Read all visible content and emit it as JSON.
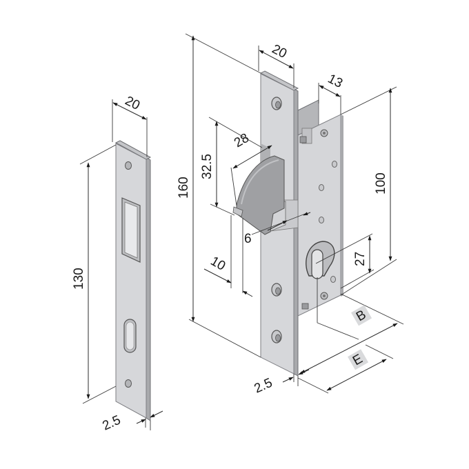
{
  "figure": {
    "subject": "mortise hook lock with strike plate",
    "colors": {
      "background": "#ffffff",
      "metal_face": "#d7d8db",
      "metal_edge": "#b9babd",
      "metal_dark": "#a6a7aa",
      "hook": "#9d9ea1",
      "dimension_line": "#2b2b2b",
      "label_tag_bg": "#d9dadc"
    }
  },
  "strike_plate": {
    "dimensions": {
      "width": "20",
      "height": "130",
      "thickness": "2.5"
    }
  },
  "lock": {
    "dimensions": {
      "faceplate_width": "20",
      "faceplate_height": "160",
      "case_depth": "13",
      "case_height": "100",
      "hook_projection": "28",
      "hook_height": "32.5",
      "hook_offset": "6",
      "hook_width": "10",
      "cylinder_center": "27",
      "faceplate_thickness": "2.5"
    },
    "tags": {
      "backset": "B",
      "overall": "E"
    }
  }
}
